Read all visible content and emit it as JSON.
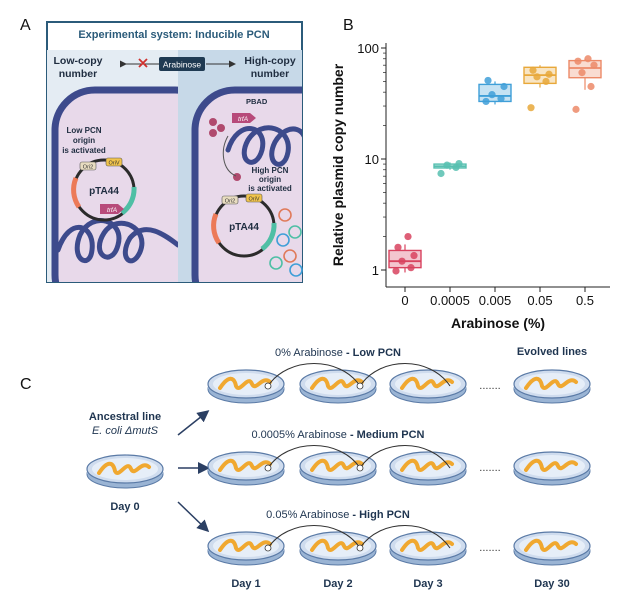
{
  "panels": {
    "a": {
      "letter": "A",
      "title": "Experimental system: Inducible PCN",
      "low_copy": [
        "Low-copy",
        "number"
      ],
      "high_copy": [
        "High-copy",
        "number"
      ],
      "inducer": "Arabinose",
      "plasmid": "pTA44",
      "low_pcn_note": [
        "Low PCN",
        "origin",
        "is activated"
      ],
      "high_pcn_note": [
        "High PCN",
        "origin",
        "is activated"
      ],
      "promoter": "PBAD",
      "gene": "trfA",
      "ori2": "Ori2",
      "oriv": "OriV"
    },
    "b": {
      "letter": "B"
    },
    "c": {
      "letter": "C",
      "ancestral": "Ancestral line",
      "strain": "E. coli ΔmutS",
      "day0": "Day 0",
      "evolved": "Evolved lines",
      "rows": [
        {
          "pct": "0% Arabinose",
          "pcn": "Low PCN"
        },
        {
          "pct": "0.0005% Arabinose",
          "pcn": "Medium PCN"
        },
        {
          "pct": "0.05% Arabinose",
          "pcn": "High PCN"
        }
      ],
      "days": [
        "Day 1",
        "Day 2",
        "Day 3",
        "Day 30"
      ],
      "ellipsis": "......."
    }
  },
  "chart_data": {
    "type": "box",
    "xlabel": "Arabinose (%)",
    "ylabel": "Relative plasmid copy number",
    "yscale": "log",
    "ylim": [
      0.8,
      100
    ],
    "yticks": [
      1,
      10,
      100
    ],
    "ytick_labels": [
      "1",
      "10",
      "100"
    ],
    "categories": [
      "0",
      "0.0005",
      "0.005",
      "0.05",
      "0.5"
    ],
    "colors": [
      "#d8435f",
      "#57bfb0",
      "#3f9fd8",
      "#e8a83a",
      "#ec8a68"
    ],
    "boxes": [
      {
        "q1": 1.05,
        "median": 1.2,
        "q3": 1.5,
        "whisker_low": 0.95,
        "whisker_high": 1.7
      },
      {
        "q1": 8.3,
        "median": 8.6,
        "q3": 9.0,
        "whisker_low": 8.0,
        "whisker_high": 9.3
      },
      {
        "q1": 33,
        "median": 37,
        "q3": 47,
        "whisker_low": 31,
        "whisker_high": 50
      },
      {
        "q1": 48,
        "median": 57,
        "q3": 67,
        "whisker_low": 44,
        "whisker_high": 70
      },
      {
        "q1": 54,
        "median": 66,
        "q3": 77,
        "whisker_low": 42,
        "whisker_high": 80
      }
    ],
    "points": [
      [
        0.98,
        1.05,
        1.2,
        1.35,
        1.6,
        2.0
      ],
      [
        7.4,
        8.4,
        8.8,
        9.1
      ],
      [
        33,
        35,
        38,
        45,
        51
      ],
      [
        29,
        50,
        55,
        58,
        63
      ],
      [
        28,
        45,
        60,
        70,
        76,
        80
      ]
    ]
  }
}
